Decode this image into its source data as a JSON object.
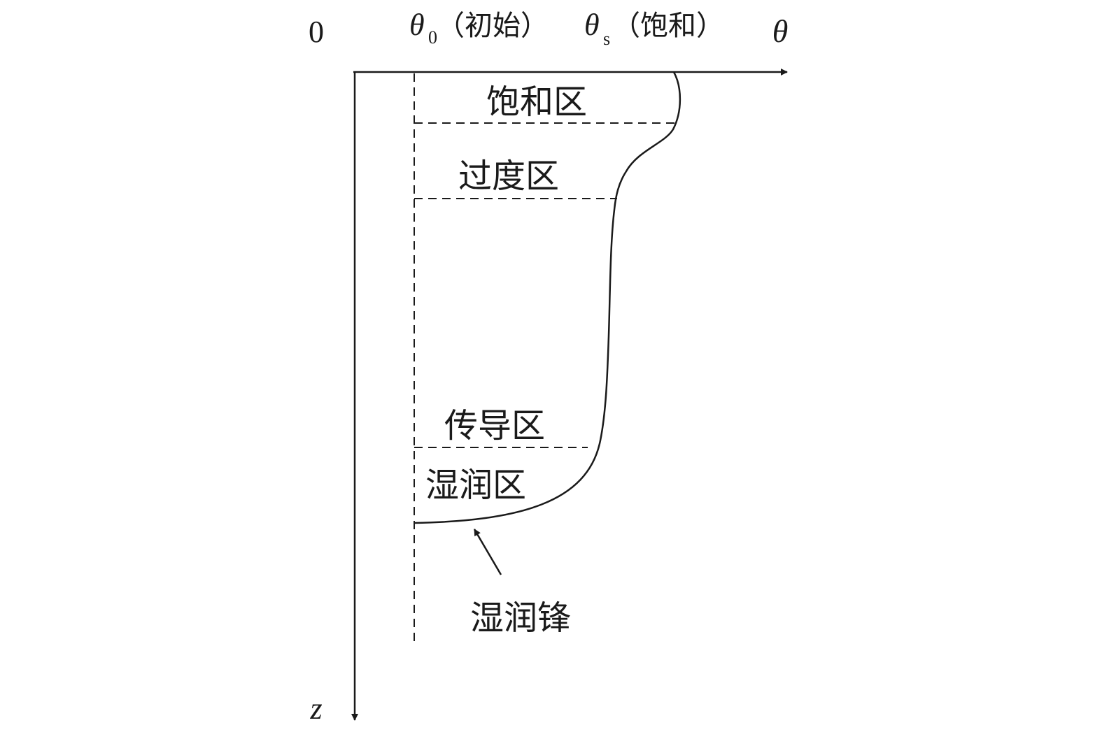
{
  "diagram": {
    "origin_label": "0",
    "theta0_symbol": "θ",
    "theta0_subscript": "0",
    "theta0_note": "（初始）",
    "thetas_symbol": "θ",
    "thetas_subscript": "s",
    "thetas_note": "（饱和）",
    "x_axis_label": "θ",
    "y_axis_label": "z",
    "zones": {
      "saturated": "饱和区",
      "transition": "过度区",
      "transmission": "传导区",
      "wetting": "湿润区"
    },
    "wetting_front_label": "湿润锋",
    "colors": {
      "stroke": "#1a1a1a",
      "background": "#ffffff"
    }
  }
}
